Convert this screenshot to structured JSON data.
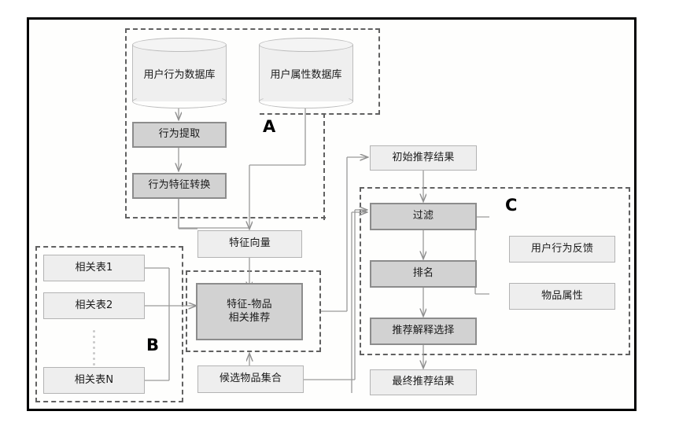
{
  "diagram": {
    "title": "Recommendation System Architecture Flowchart",
    "colors": {
      "frame_border": "#000000",
      "dark_node_fill": "#d2d2d2",
      "dark_node_border": "#8c8c8c",
      "light_node_fill": "#eeeeee",
      "light_node_border": "#b3b3b3",
      "cylinder_fill": "#efefef",
      "cylinder_border": "#bdbdbd",
      "group_border": "#616161",
      "connector": "#9a9a9a"
    },
    "groups": [
      {
        "id": "A",
        "label": "A"
      },
      {
        "id": "B",
        "label": "B"
      },
      {
        "id": "C",
        "label": "C"
      }
    ],
    "datastores": [
      {
        "id": "user-behavior-db",
        "label": "用户行为数据库"
      },
      {
        "id": "user-attribute-db",
        "label": "用户属性数据库"
      }
    ],
    "nodes": [
      {
        "id": "behavior-extraction",
        "label": "行为提取",
        "style": "dark"
      },
      {
        "id": "behavior-feature-transform",
        "label": "行为特征转换",
        "style": "dark"
      },
      {
        "id": "feature-vector",
        "label": "特征向量",
        "style": "light"
      },
      {
        "id": "correlation-table-1",
        "label": "相关表1",
        "style": "light"
      },
      {
        "id": "correlation-table-2",
        "label": "相关表2",
        "style": "light"
      },
      {
        "id": "correlation-table-n",
        "label": "相关表N",
        "style": "light"
      },
      {
        "id": "feature-item-recommendation",
        "label_line1": "特征-物品",
        "label_line2": "相关推荐",
        "style": "dark"
      },
      {
        "id": "candidate-item-set",
        "label": "候选物品集合",
        "style": "light"
      },
      {
        "id": "initial-recommendation-result",
        "label": "初始推荐结果",
        "style": "light"
      },
      {
        "id": "filter",
        "label": "过滤",
        "style": "dark"
      },
      {
        "id": "ranking",
        "label": "排名",
        "style": "dark"
      },
      {
        "id": "recommendation-explanation-selection",
        "label": "推荐解释选择",
        "style": "dark"
      },
      {
        "id": "final-recommendation-result",
        "label": "最终推荐结果",
        "style": "light"
      },
      {
        "id": "user-behavior-feedback",
        "label": "用户行为反馈",
        "style": "light"
      },
      {
        "id": "item-attribute",
        "label": "物品属性",
        "style": "light"
      }
    ]
  }
}
